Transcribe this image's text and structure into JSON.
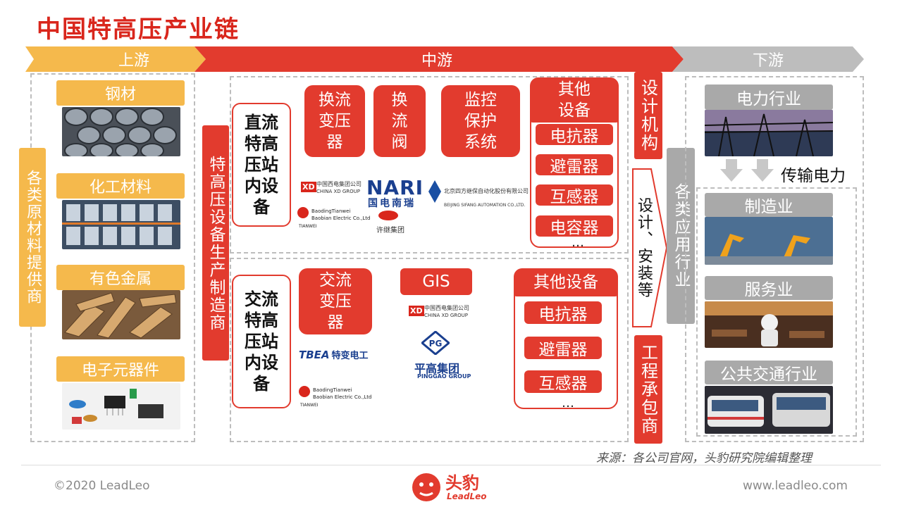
{
  "title": "中国特高压产业链",
  "stages": {
    "up": "上游",
    "mid": "中游",
    "down": "下游"
  },
  "upstream": {
    "side_label": "各类原材料提供商",
    "materials": [
      "钢材",
      "化工材料",
      "有色金属",
      "电子元器件"
    ]
  },
  "midstream": {
    "manufacturer_label": "特高压设备生产制造商",
    "dc": {
      "station": "直流特高压站内设备",
      "equipment": [
        "换流变压器",
        "换流阀",
        "监控保护系统"
      ],
      "other_title": "其他设备",
      "other_items": [
        "电抗器",
        "避雷器",
        "互感器",
        "电容器"
      ],
      "ellipsis": "…",
      "logos": {
        "xd_cn": "中国西电集团公司",
        "xd_en": "CHINA XD GROUP",
        "xd_mark": "XD",
        "nari": "NARI",
        "nari_cn": "国电南瑞",
        "xj": "许继集团",
        "sifang_cn": "北京四方继保自动化股份有限公司",
        "sifang_en": "BEIJING SIFANG AUTOMATION CO.,LTD.",
        "tw_1": "BaodingTianwei",
        "tw_2": "Baobian Electric Co.,Ltd",
        "tw_3": "TIANWEI"
      }
    },
    "ac": {
      "station": "交流特高压站内设备",
      "equipment": [
        "交流变压器",
        "GIS"
      ],
      "other_title": "其他设备",
      "other_items": [
        "电抗器",
        "避雷器",
        "互感器"
      ],
      "ellipsis": "…",
      "logos": {
        "xd_cn": "中国西电集团公司",
        "xd_en": "CHINA XD GROUP",
        "xd_mark": "XD",
        "tbea": "TBEA",
        "tbea_cn": "特变电工",
        "pinggao_cn": "平高集团",
        "pinggao_en": "PINGGAO GROUP",
        "tw_1": "BaodingTianwei",
        "tw_2": "Baobian Electric Co.,Ltd",
        "tw_3": "TIANWEI"
      }
    },
    "design": "设计机构",
    "design_arrow": "设计、安装等",
    "contractor": "工程承包商"
  },
  "downstream": {
    "side_label": "各类应用行业",
    "industries": [
      "电力行业",
      "制造业",
      "服务业",
      "公共交通行业"
    ],
    "transmit": "传输电力"
  },
  "source": "来源：各公司官网，头豹研究院编辑整理",
  "footer": {
    "copyright": "©2020 LeadLeo",
    "website": "www.leadleo.com",
    "logo_cn": "头豹",
    "logo_en": "LeadLeo"
  },
  "colors": {
    "red": "#e23b2e",
    "orange": "#f5b94c",
    "gray": "#a9a9a9",
    "title": "#d9261c"
  }
}
